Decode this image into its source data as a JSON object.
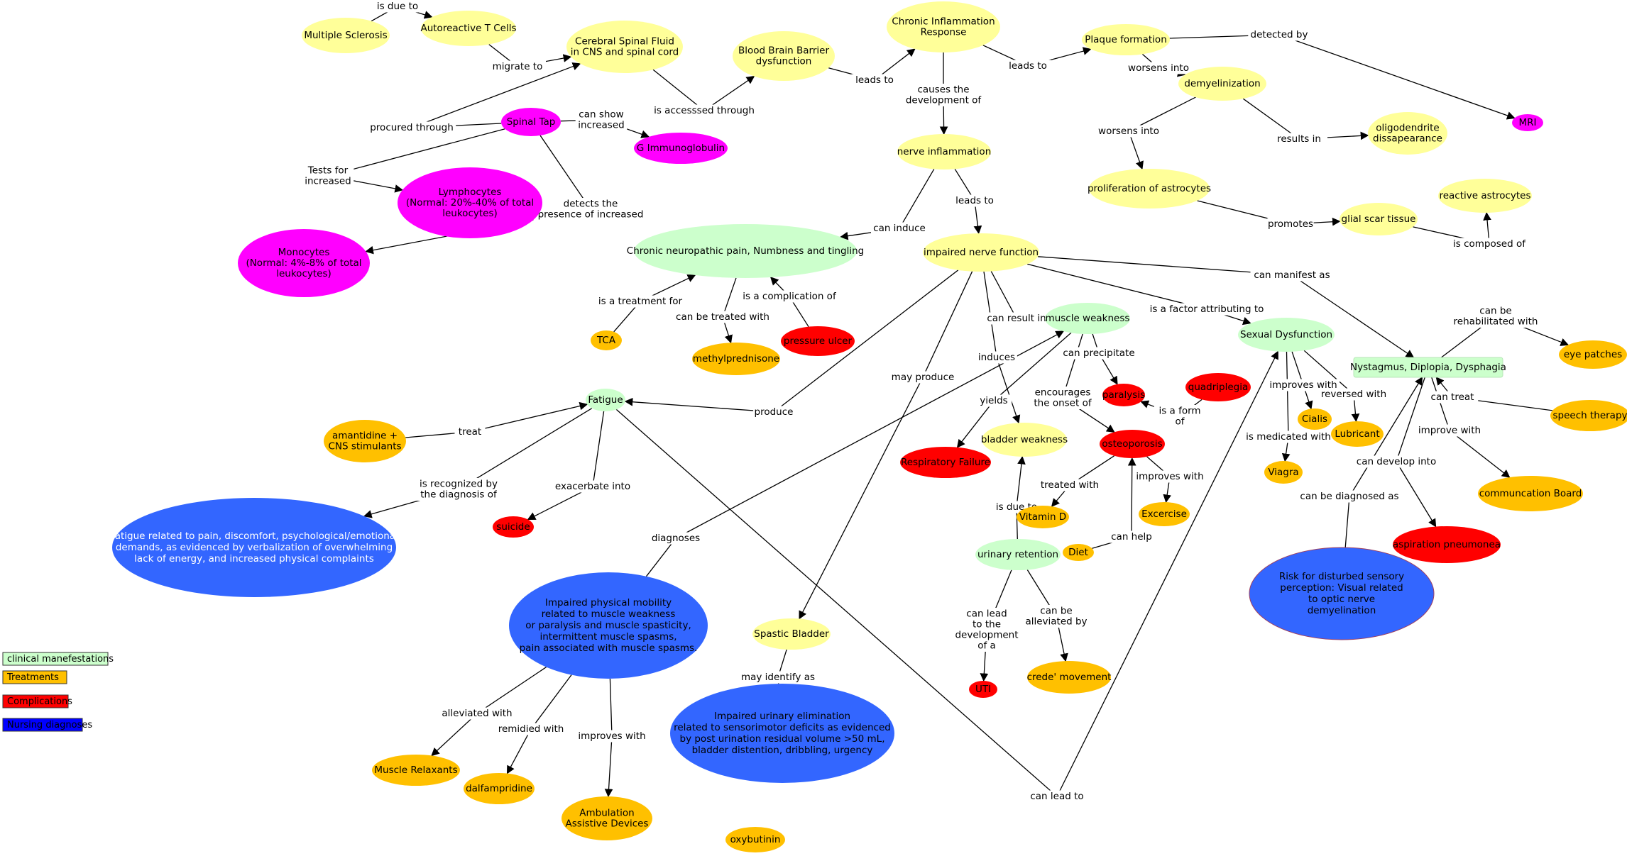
{
  "colors": {
    "yellow": "#FFFF99",
    "magenta": "#FF00FF",
    "green": "#CCFFCC",
    "orange": "#FFC000",
    "red": "#FF0000",
    "blue": "#3366FF",
    "legend_blue": "#0000FF"
  },
  "nodes": {
    "multiple_sclerosis": {
      "text": "Multiple Sclerosis"
    },
    "autoreactive_t_cells": {
      "text": "Autoreactive T Cells"
    },
    "csf": {
      "text": "Cerebral Spinal Fluid\nin CNS and spinal cord"
    },
    "bbb": {
      "text": "Blood Brain Barrier\ndysfunction"
    },
    "chronic_inflammation": {
      "text": "Chronic Inflammation\nResponse"
    },
    "plaque_formation": {
      "text": "Plaque formation"
    },
    "demyelinization": {
      "text": "demyelinization"
    },
    "mri": {
      "text": "MRI"
    },
    "oligodendrite": {
      "text": "oligodendrite\ndissapearance"
    },
    "spinal_tap": {
      "text": "Spinal Tap"
    },
    "g_immunoglobulin": {
      "text": "G Immunoglobulin"
    },
    "nerve_inflammation": {
      "text": "nerve inflammation"
    },
    "proliferation_astrocytes": {
      "text": "proliferation of astrocytes"
    },
    "glial_scar": {
      "text": "glial scar tissue"
    },
    "reactive_astrocytes": {
      "text": "reactive astrocytes"
    },
    "lymphocytes": {
      "text": "Lymphocytes\n(Normal: 20%-40% of total\nleukocytes)"
    },
    "monocytes": {
      "text": "Monocytes\n(Normal: 4%-8% of total\nleukocytes)"
    },
    "chronic_pain": {
      "text": "Chronic neuropathic pain, Numbness and tingling"
    },
    "impaired_nerve_function": {
      "text": "impaired nerve function"
    },
    "muscle_weakness": {
      "text": "muscle weakness"
    },
    "sexual_dysfunction": {
      "text": "Sexual Dysfunction"
    },
    "nystagmus": {
      "text": "Nystagmus, Diplopia, Dysphagia"
    },
    "eye_patches": {
      "text": "eye patches"
    },
    "tca": {
      "text": "TCA"
    },
    "methylprednisone": {
      "text": "methylprednisone"
    },
    "pressure_ulcer": {
      "text": "pressure ulcer"
    },
    "fatigue": {
      "text": "Fatigue"
    },
    "amantidine": {
      "text": "amantidine +\nCNS stimulants"
    },
    "paralysis": {
      "text": "paralysis"
    },
    "quadriplegia": {
      "text": "quadriplegia"
    },
    "osteoporosis": {
      "text": "osteoporosis"
    },
    "respiratory_failure": {
      "text": "Respiratory Failure"
    },
    "bladder_weakness": {
      "text": "bladder weakness"
    },
    "cialis": {
      "text": "Cialis"
    },
    "lubricant": {
      "text": "Lubricant"
    },
    "viagra": {
      "text": "Viagra"
    },
    "speech_therapy": {
      "text": "speech therapy"
    },
    "communcation_board": {
      "text": "communcation Board"
    },
    "vitamin_d": {
      "text": "Vitamin D"
    },
    "excercise": {
      "text": "Excercise"
    },
    "diet": {
      "text": "Diet"
    },
    "urinary_retention": {
      "text": "urinary retention"
    },
    "suicide": {
      "text": "suicide"
    },
    "fatigue_dx": {
      "text": "Fatigue related to pain, discomfort, psychological/emotional\ndemands, as evidenced by verbalization of overwhelming\nlack of energy, and increased physical complaints"
    },
    "aspiration_pneumonea": {
      "text": "aspiration pneumonea"
    },
    "sensory_dx": {
      "text": "Risk for disturbed sensory\nperception: Visual related\nto optic nerve\ndemyelination"
    },
    "mobility_dx": {
      "text": "Impaired physical mobility\nrelated to muscle weakness\nor paralysis and muscle spasticity,\nintermittent muscle spasms,\npain associated with muscle spasms."
    },
    "spastic_bladder": {
      "text": "Spastic Bladder"
    },
    "uti": {
      "text": "UTI"
    },
    "crede_movement": {
      "text": "crede' movement"
    },
    "urinary_dx": {
      "text": "Impaired urinary elimination\nrelated to sensorimotor deficits as evidenced\nby post urination residual volume >50 mL,\nbladder distention, dribbling, urgency"
    },
    "muscle_relaxants": {
      "text": "Muscle Relaxants"
    },
    "dalfampridine": {
      "text": "dalfampridine"
    },
    "ambulation": {
      "text": "Ambulation\nAssistive Devices"
    },
    "oxybutinin": {
      "text": "oxybutinin"
    }
  },
  "edge_labels": {
    "is_due_to_1": "is due to",
    "migrate_to": "migrate to",
    "procured_through": "procured through",
    "is_accessed_through": "is accesssed through",
    "leads_to_1": "leads to",
    "leads_to_2": "leads to",
    "detected_by": "detected by",
    "worsens_into_1": "worsens into",
    "worsens_into_2": "worsens into",
    "results_in": "results in",
    "causes_development": "causes the\ndevelopment of",
    "can_show_increased": "can show\nincreased",
    "tests_for_increased": "Tests for\nincreased",
    "detects_presence": "detects the\npresence of increased",
    "promotes": "promotes",
    "is_composed_of": "is composed of",
    "can_induce": "can induce",
    "leads_to_3": "leads to",
    "can_manifest_as": "can manifest as",
    "is_a_factor": "is a factor attributing to",
    "can_result_in": "can result in",
    "is_a_treatment_for": "is a treatment for",
    "can_be_treated_with": "can be treated with",
    "is_a_complication_of": "is a complication of",
    "can_be_rehabilitated": "can be\nrehabilitated with",
    "induces": "induces",
    "can_precipitate": "can precipitate",
    "may_produce": "may produce",
    "produce": "produce",
    "treat": "treat",
    "yields": "yields",
    "encourages_onset": "encourages\nthe onset of",
    "is_a_form_of": "is a form\nof",
    "improves_with_1": "improves with",
    "reversed_with": "reversed with",
    "can_treat": "can treat",
    "improve_with": "improve with",
    "is_medicated_with": "is medicated with",
    "can_develop_into": "can develop into",
    "treated_with": "treated with",
    "improves_with_2": "improves with",
    "is_due_to_2": "is due to",
    "can_help": "can help",
    "is_recognized_by": "is recognized by\nthe diagnosis of",
    "exacerbate_into": "exacerbate into",
    "diagnoses": "diagnoses",
    "can_be_diagnosed_as": "can be diagnosed as",
    "can_lead_dev": "can lead\nto the\ndevelopment\nof a",
    "can_be_alleviated_by": "can be\nalleviated by",
    "may_identify_as": "may identify as",
    "alleviated_with": "alleviated with",
    "remidied_with": "remidied with",
    "improves_with_3": "improves with",
    "can_lead_to": "can lead to"
  },
  "legend": {
    "clinical": "clinical manefestations",
    "treatments": "Treatments",
    "complications": "Complications",
    "nursing": "Nursing diagnoses"
  }
}
